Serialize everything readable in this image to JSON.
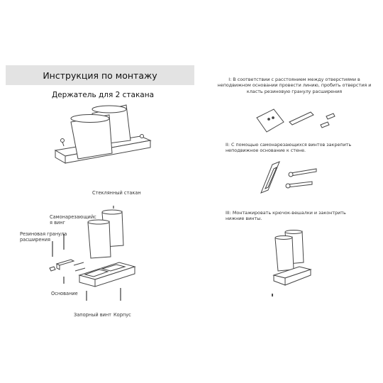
{
  "header": {
    "title": "Инструкция по монтажу",
    "subtitle": "Держатель для 2 стакана"
  },
  "parts": {
    "glass": "Стеклянный стакан",
    "screw": "Самонарезающийс я винг",
    "plug": "Резиновая гранула расширения",
    "base": "Основание",
    "set_screw": "Запорный винт",
    "body": "Корпус"
  },
  "steps": [
    {
      "text": "I: В соответствии с расстоянием между отверстиями в неподвижном основании провести линию, пробить отверстия и класть резиновую гранулу расширения"
    },
    {
      "text": "II: С помощью самонарезающихся винтов закрепить неподвижное основание к стене."
    },
    {
      "text": "III: Монтажировать крючок-вешалки и законтрить нижние винты."
    }
  ]
}
